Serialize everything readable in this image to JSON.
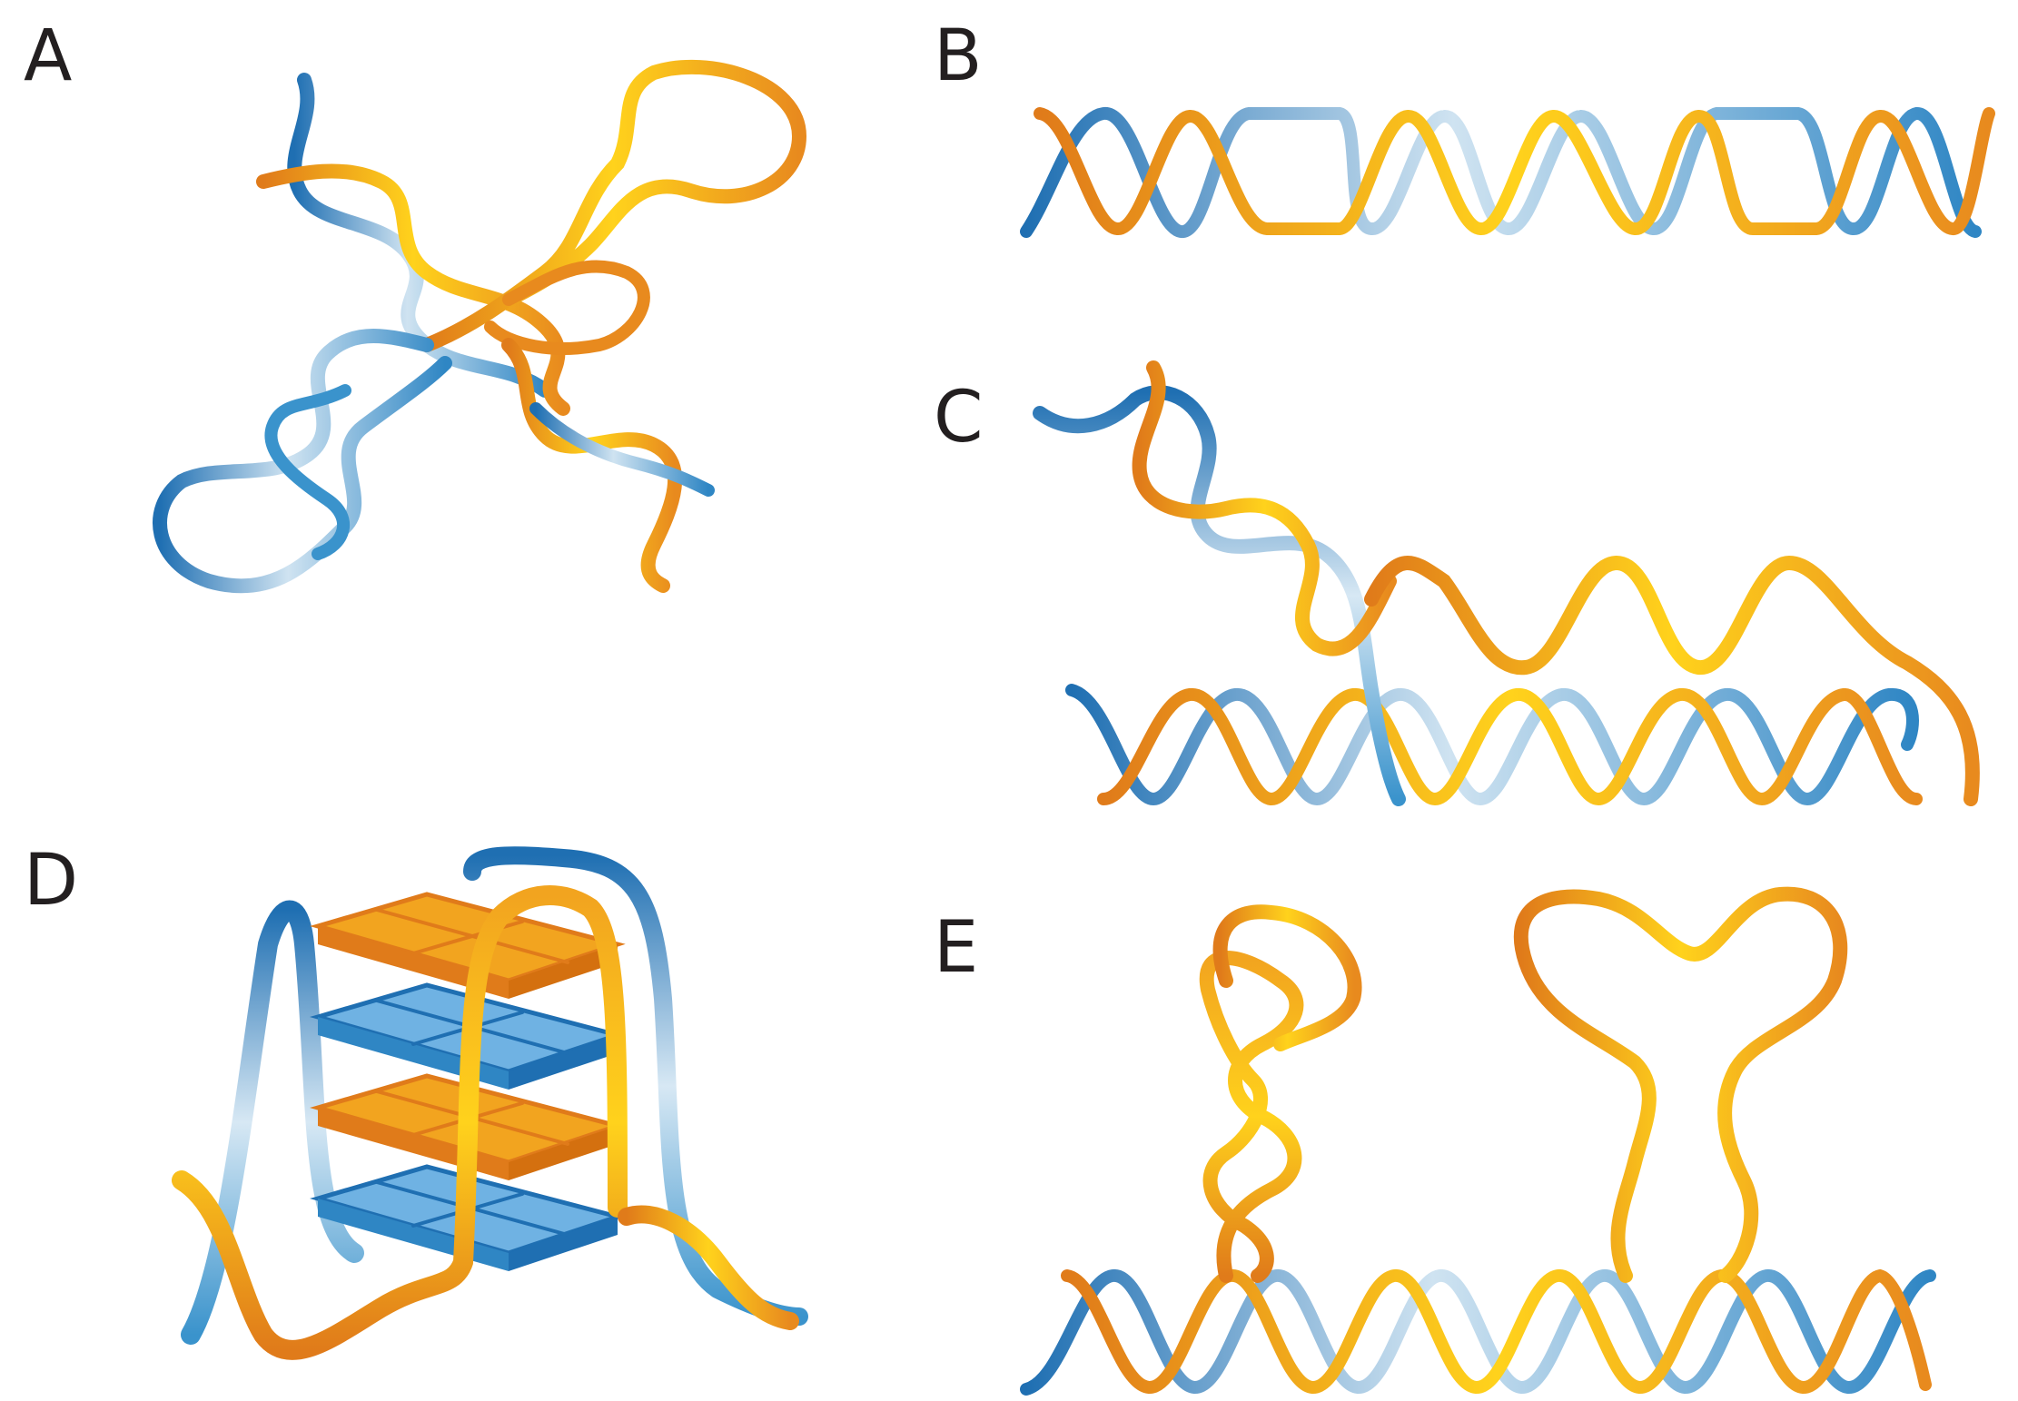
{
  "panels": [
    {
      "id": "A",
      "label": "A",
      "structure": "four-way-junction"
    },
    {
      "id": "B",
      "label": "B",
      "structure": "duplex-with-bubbles"
    },
    {
      "id": "C",
      "label": "C",
      "structure": "triplex"
    },
    {
      "id": "D",
      "label": "D",
      "structure": "g-quadruplex"
    },
    {
      "id": "E",
      "label": "E",
      "structure": "hairpin-and-loop"
    }
  ],
  "colors": {
    "blue_dark": "#1f6fb2",
    "blue_mid": "#4a9fd4",
    "blue_light": "#cfe3f1",
    "orange_dark": "#e07b1a",
    "orange_mid": "#f2a41f",
    "yellow": "#ffd21c",
    "label": "#231f20"
  }
}
